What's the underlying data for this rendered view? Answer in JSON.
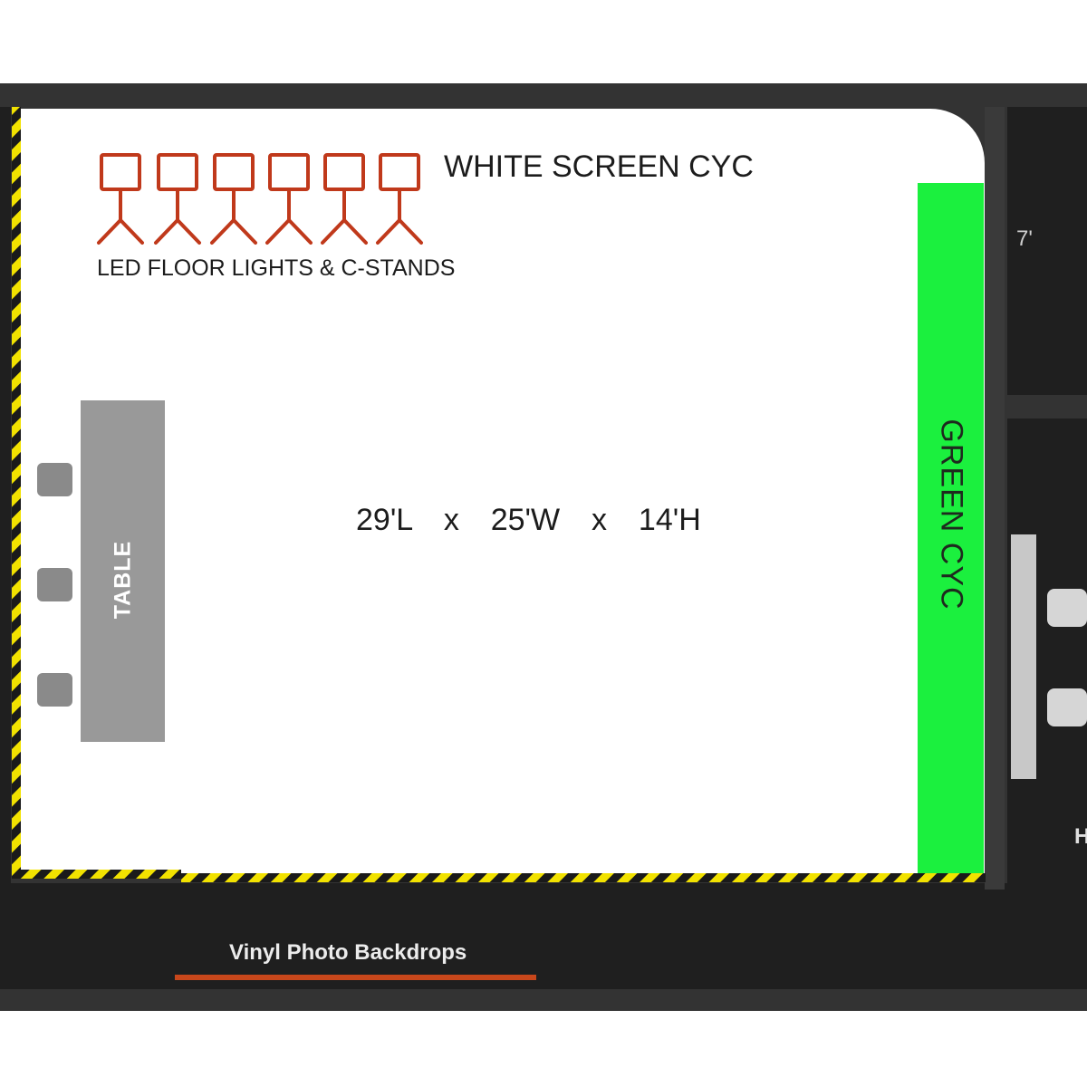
{
  "labels": {
    "white_screen_cyc": "WHITE SCREEN CYC",
    "led_floor_lights": "LED FLOOR LIGHTS & C-STANDS",
    "dimensions": "29'L  x  25'W  x  14'H",
    "table": "TABLE",
    "green_cyc": "GREEN CYC",
    "side_room_height": "7'",
    "edge_letter": "H",
    "vinyl_backdrops": "Vinyl Photo Backdrops"
  },
  "light_stands": {
    "count": 6,
    "color": "#c0391b"
  },
  "chairs": {
    "left_count": 3,
    "right_count": 2
  },
  "colors": {
    "outer_wall": "#333333",
    "studio_floor": "#ffffff",
    "dark_area": "#1f1f1f",
    "table": "#999999",
    "green_cyc": "#1bf03e",
    "hazard_yellow": "#f2e200",
    "hazard_black": "#1a1a1a",
    "backdrop_line": "#c8471b",
    "side_table": "#c8c8c8",
    "side_chair": "#d6d6d6"
  }
}
